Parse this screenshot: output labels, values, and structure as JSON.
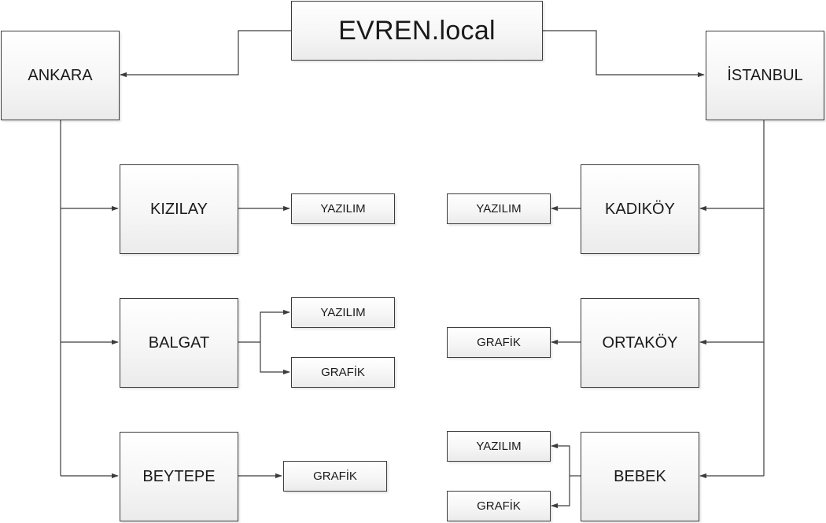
{
  "diagram": {
    "root": {
      "label": "EVREN.local"
    },
    "left_city": {
      "label": "ANKARA",
      "districts": [
        {
          "label": "KIZILAY",
          "departments": [
            "YAZILIM"
          ]
        },
        {
          "label": "BALGAT",
          "departments": [
            "YAZILIM",
            "GRAFİK"
          ]
        },
        {
          "label": "BEYTEPE",
          "departments": [
            "GRAFİK"
          ]
        }
      ]
    },
    "right_city": {
      "label": "İSTANBUL",
      "districts": [
        {
          "label": "KADIKÖY",
          "departments": [
            "YAZILIM"
          ]
        },
        {
          "label": "ORTAKÖY",
          "departments": [
            "GRAFİK"
          ]
        },
        {
          "label": "BEBEK",
          "departments": [
            "YAZILIM",
            "GRAFİK"
          ]
        }
      ]
    },
    "colors": {
      "line": "#3c3c3c",
      "box_border": "#3c3c3c",
      "box_fill_top": "#ffffff",
      "box_fill_bottom": "#ebebeb",
      "text": "#1a1a1a"
    }
  }
}
